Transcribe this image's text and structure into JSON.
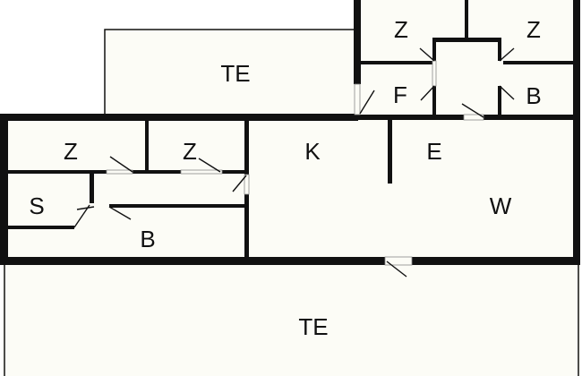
{
  "floorplan": {
    "colors": {
      "floor": "#fcfcf6",
      "wall": "#111111",
      "background": "#ffffff"
    },
    "rooms": [
      {
        "id": "te-top",
        "label": "TE"
      },
      {
        "id": "z-top-left",
        "label": "Z"
      },
      {
        "id": "z-top-right",
        "label": "Z"
      },
      {
        "id": "f",
        "label": "F"
      },
      {
        "id": "b-top",
        "label": "B"
      },
      {
        "id": "z-mid-left",
        "label": "Z"
      },
      {
        "id": "z-mid-right",
        "label": "Z"
      },
      {
        "id": "k",
        "label": "K"
      },
      {
        "id": "e",
        "label": "E"
      },
      {
        "id": "s",
        "label": "S"
      },
      {
        "id": "w",
        "label": "W"
      },
      {
        "id": "b-bottom",
        "label": "B"
      },
      {
        "id": "te-bottom",
        "label": "TE"
      }
    ]
  }
}
